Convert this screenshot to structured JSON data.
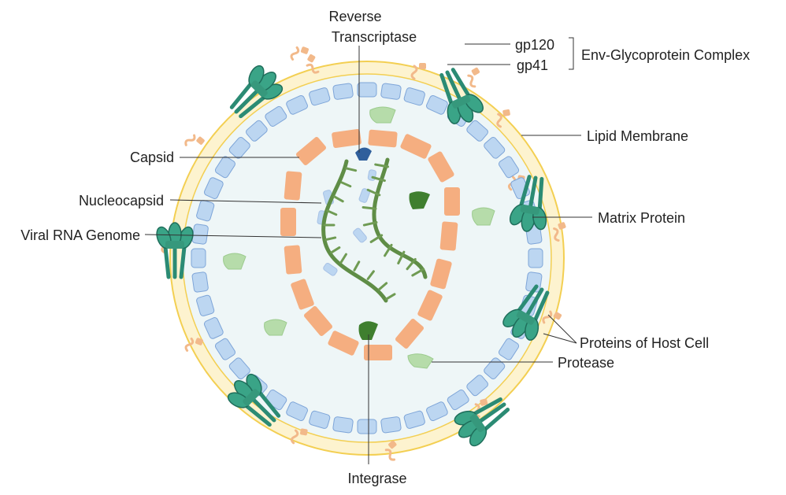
{
  "colors": {
    "membrane_fill": "#fdf3cf",
    "membrane_stroke": "#f3cf52",
    "interior": "#eef6f7",
    "matrix_fill": "#bcd6f1",
    "matrix_stroke": "#7ea5d8",
    "capsid": "#f5ae80",
    "rna": "#5f8d46",
    "rna_dark": "#4a7236",
    "glyco_dark": "#2b8b74",
    "glyco_head": "#3aa487",
    "host_protein": "#f2b98a",
    "protease": "#b6dcaa",
    "integrase": "#3f7f2f",
    "rt": "#2f5f9c"
  },
  "labels": {
    "reverse_transcriptase": [
      "Reverse",
      "Transcriptase"
    ],
    "gp120": "gp120",
    "gp41": "gp41",
    "env_complex": "Env-Glycoprotein Complex",
    "lipid_membrane": "Lipid Membrane",
    "capsid": "Capsid",
    "nucleocapsid": "Nucleocapsid",
    "matrix_protein": "Matrix Protein",
    "viral_rna_genome": "Viral RNA Genome",
    "proteins_of_host_cell": "Proteins of Host Cell",
    "protease": "Protease",
    "integrase": "Integrase"
  },
  "icons": [
    "glycoprotein-spike-icon",
    "matrix-protein-icon",
    "capsid-segment-icon",
    "rna-strand-icon",
    "protease-icon",
    "integrase-icon",
    "reverse-transcriptase-icon",
    "host-protein-icon"
  ]
}
